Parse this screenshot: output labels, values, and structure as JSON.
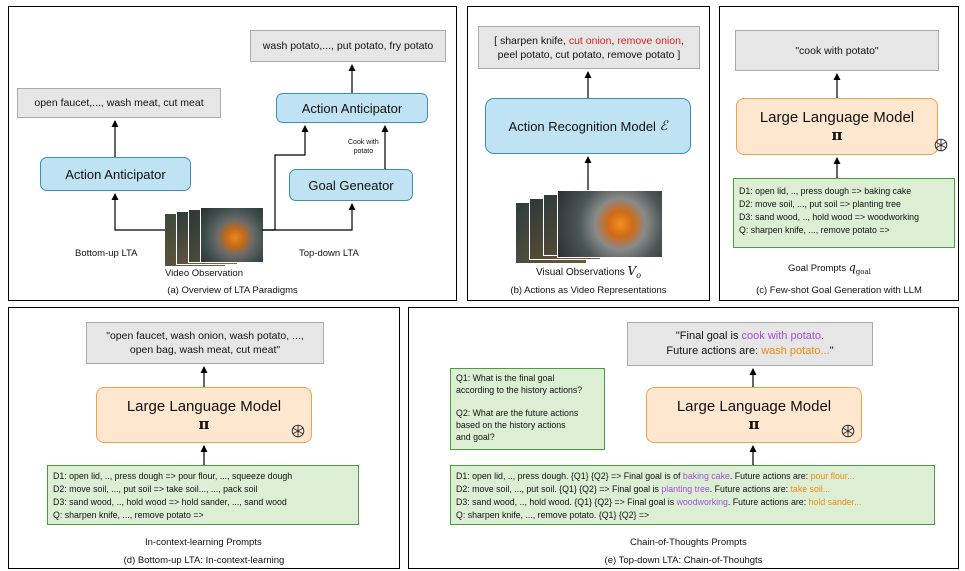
{
  "panel_a": {
    "out_left": "open faucet,..., wash meat, cut meat",
    "out_right": "wash potato,..., put potato, fry potato",
    "aa_left": "Action Anticipator",
    "aa_right": "Action Anticipator",
    "goal_gen": "Goal Geneator",
    "cook_label_1": "Cook with",
    "cook_label_2": "potato",
    "bottom_up": "Bottom-up LTA",
    "top_down": "Top-down LTA",
    "video_obs": "Video Observation",
    "caption": "(a) Overview of LTA Paradigms"
  },
  "panel_b": {
    "out_line1_a": "[ sharpen knife, ",
    "out_line1_b": "cut onion",
    "out_line1_c": ", ",
    "out_line1_d": "remove onion",
    "out_line1_e": ",",
    "out_line2": "peel potato, cut potato, remove potato ]",
    "model": "Action Recognition Model",
    "model_sym": "ℰ",
    "obs_label": "Visual Observations",
    "obs_sym": "V",
    "obs_sub": "o",
    "caption": "(b) Actions as Video Representations"
  },
  "panel_c": {
    "output": "\"cook with potato\"",
    "llm": "Large Language Model",
    "pi": "π",
    "prompts": [
      "D1: open lid, .., press dough => baking cake",
      "D2: move soil, ..., put soil => planting tree",
      "D3: sand wood, .., hold wood => woodworking",
      "Q: sharpen knife, ..., remove potato =>"
    ],
    "label": "Goal Prompts",
    "label_sym": "q",
    "label_sub": "goal",
    "caption": "(c) Few-shot Goal Generation with LLM"
  },
  "panel_d": {
    "output_1": "\"open faucet, wash onion, wash potato, ...,",
    "output_2": "open bag, wash meat, cut meat\"",
    "llm": "Large Language Model",
    "pi": "π",
    "prompts": [
      "D1: open lid, .., press dough => pour flour, ..., squeeze dough",
      "D2: move soil, ..., put soil => take soil..., ..., pack soil",
      "D3: sand wood, .., hold wood => hold sander, ..., sand wood",
      "Q: sharpen knife, ..., remove potato =>"
    ],
    "label": "In-context-learning Prompts",
    "caption": "(d) Bottom-up LTA: In-context-learning"
  },
  "panel_e": {
    "output_1a": "\"Final goal is ",
    "output_1b": "cook with potato",
    "output_1c": ".",
    "output_2a": "Future actions are: ",
    "output_2b": "wash potato...",
    "output_2c": "\"",
    "questions": [
      "Q1: What is the final goal",
      "according to the history actions?",
      "",
      "Q2: What are the future actions",
      "based on the history actions",
      "and goal?"
    ],
    "llm": "Large Language Model",
    "pi": "π",
    "p1": [
      "D1: open lid, .., press dough. {Q1} {Q2} => Final goal is of ",
      "baking cake",
      ". Future actions are: ",
      "pour flour..."
    ],
    "p2": [
      "D2: move soil, ..., put soil. {Q1} {Q2} => Final goal is ",
      "planting tree",
      ". Future actions are: ",
      "take soil..."
    ],
    "p3": [
      "D3: sand wood, .., hold wood. {Q1} {Q2} => Final goal is ",
      "woodworking",
      ". Future actions are: ",
      "hold sander..."
    ],
    "p4": "Q: sharpen knife, ..., remove potato. {Q1} {Q2} =>",
    "label": "Chain-of-Thoughts Prompts",
    "caption": "(e) Top-down LTA: Chain-of-Thouhgts"
  }
}
